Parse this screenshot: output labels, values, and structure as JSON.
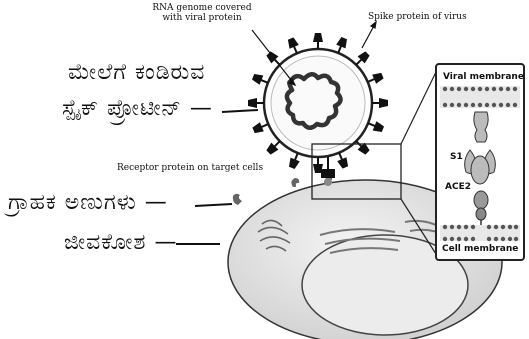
{
  "labels": {
    "rna": "RNA genome covered\nwith viral protein",
    "spike": "Spike protein of virus",
    "receptor": "Receptor protein on target cells"
  },
  "inset": {
    "viral_membrane": "Viral membrane",
    "s1": "S1",
    "ace2": "ACE2",
    "cell_membrane": "Cell membrane"
  },
  "handwritten": {
    "line1": "ಮೇಲೆಗೆ ಕಂಡಿರುವ",
    "line2": "ಸ್ಪೈಕ್ ಪ್ರೋಟೀನ್ —",
    "line3": "ಗ್ರಾಹಕ ಅಣುಗಳು —",
    "line4": "ಜೀವಕೋಶ —"
  }
}
